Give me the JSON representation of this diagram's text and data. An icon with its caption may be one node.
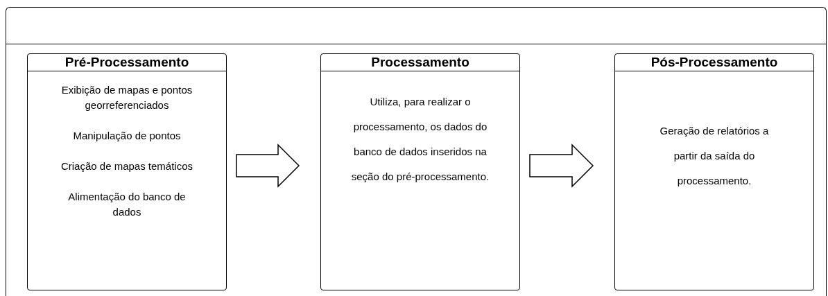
{
  "diagram": {
    "nodes": [
      {
        "text": [],
        "shape": "box"
      },
      {
        "text": [
          "Pré-Processamento",
          "Exibição de mapas e pontos georreferenciados",
          "Manipulação de pontos",
          "Criação de mapas temáticos",
          "Alimentação do banco de dados"
        ],
        "in": 0
      },
      {
        "text": [
          "Processamento",
          "Utiliza, para realizar o processamento, os dados do banco de dados inseridos na seção do pré-processamento."
        ],
        "in": 0
      },
      {
        "text": [
          "Pós-Processamento",
          "Geração de relatórios a partir da saída do processamento."
        ],
        "in": 0
      }
    ],
    "edges": [
      {
        "from": 1,
        "to": 2,
        "arrow": "to"
      },
      {
        "from": 2,
        "to": 3,
        "arrow": "to"
      }
    ]
  }
}
